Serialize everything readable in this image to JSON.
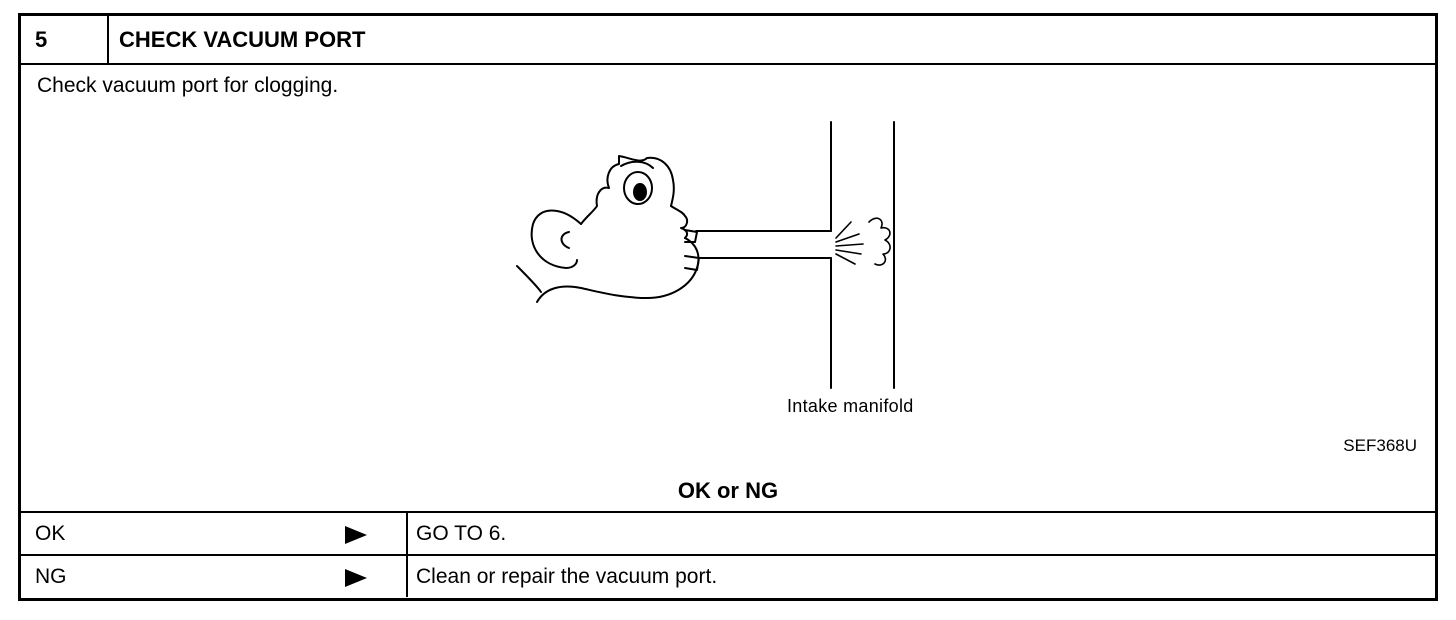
{
  "step": {
    "number": "5",
    "title": "CHECK VACUUM PORT"
  },
  "instruction": "Check vacuum port for clogging.",
  "figure": {
    "label": "Intake manifold",
    "code": "SEF368U"
  },
  "question": "OK or NG",
  "results": [
    {
      "key": "OK",
      "action": "GO TO 6."
    },
    {
      "key": "NG",
      "action": "Clean or repair the vacuum port."
    }
  ]
}
